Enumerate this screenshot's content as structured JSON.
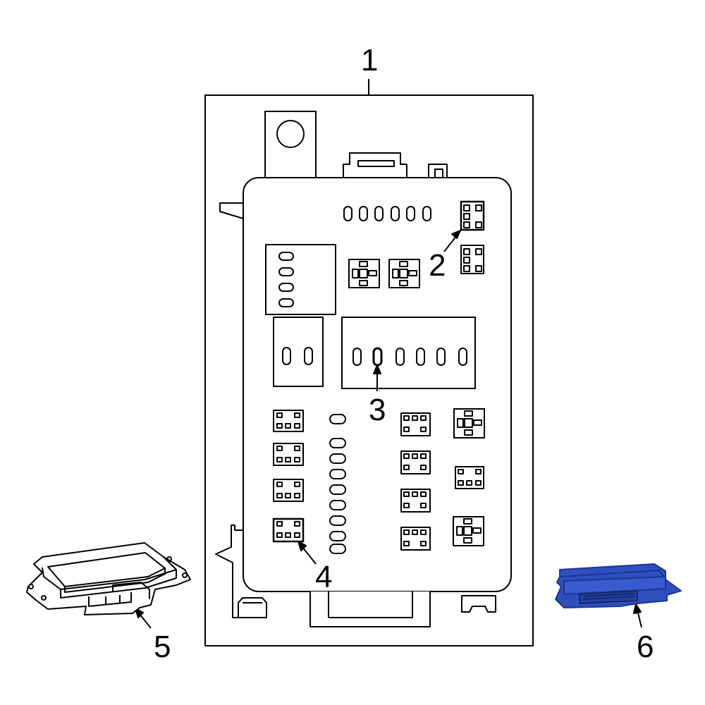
{
  "callouts": {
    "c1": "1",
    "c2": "2",
    "c3": "3",
    "c4": "4",
    "c5": "5",
    "c6": "6"
  },
  "colors": {
    "line": "#000000",
    "background": "#ffffff",
    "highlight_part": "#2f4fbf",
    "highlight_part_dark": "#1d3591"
  }
}
